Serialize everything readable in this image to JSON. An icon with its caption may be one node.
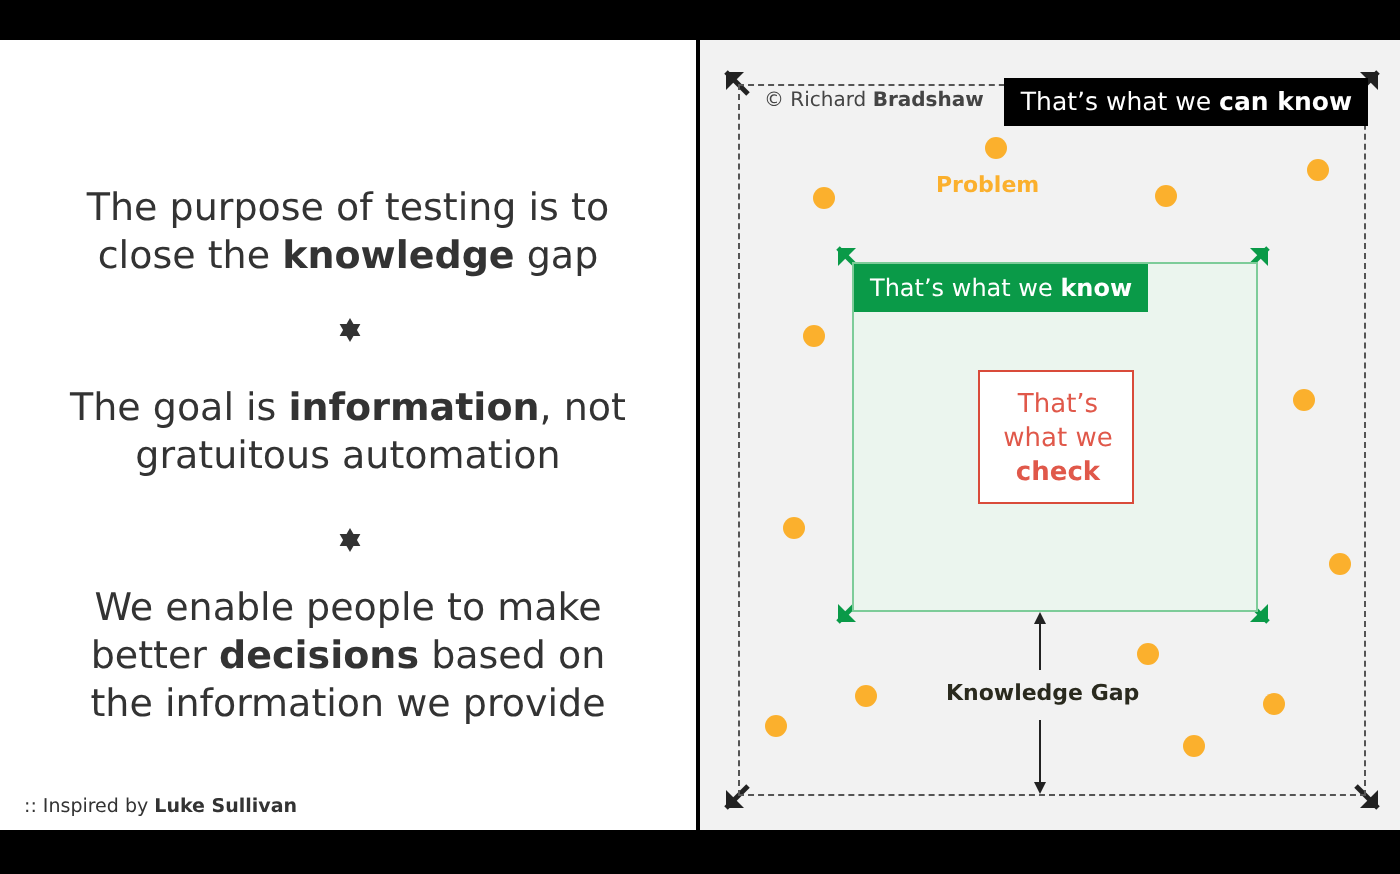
{
  "diagram": {
    "nodes": [
      {
        "text": [
          "That’s what we **can know**"
        ]
      },
      {
        "text": [
          "That’s what we **know**"
        ],
        "in": 0
      },
      {
        "text": [
          "That’s what we **check**"
        ],
        "in": 1
      }
    ],
    "labels": [
      "The purpose of testing is to close the **knowledge** gap",
      "The goal is **information**, not gratuitous automation",
      "We enable people to make better **decisions** based on the information we provide",
      ":: Inspired by **Luke Sullivan**",
      "© Richard **Bradshaw**",
      "Problem",
      "Knowledge Gap"
    ]
  }
}
